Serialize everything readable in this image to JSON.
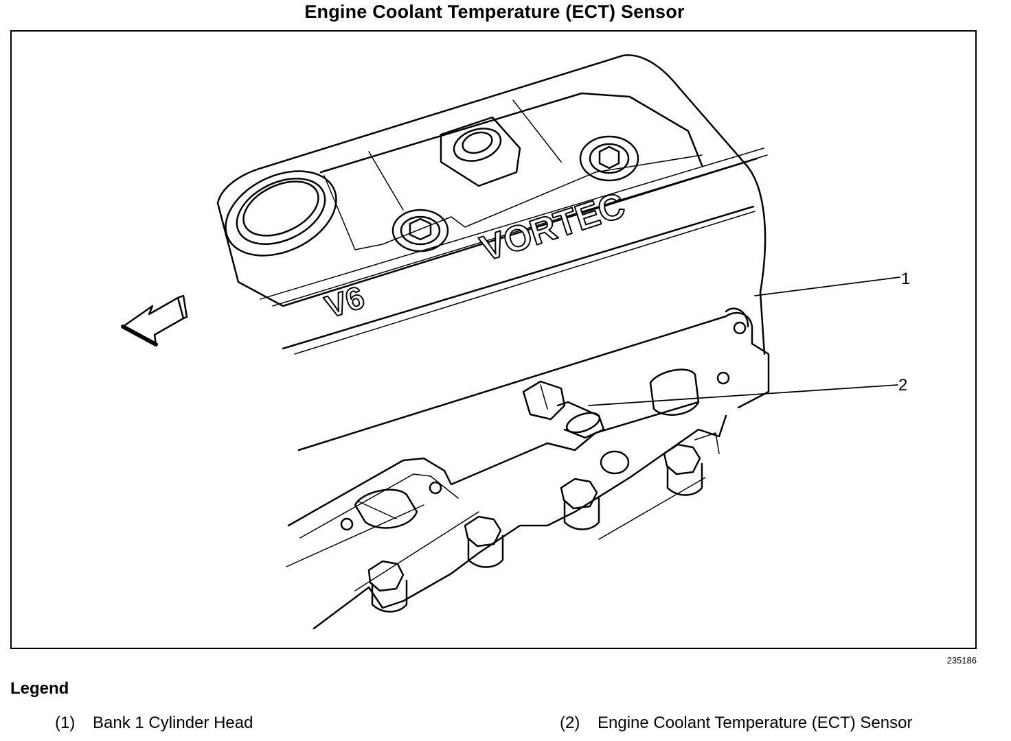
{
  "title": "Engine Coolant Temperature (ECT) Sensor",
  "figure_number": "235186",
  "diagram": {
    "engraving_model": "VORTEC",
    "engraving_engine": "V6",
    "callouts": [
      "1",
      "2"
    ],
    "direction_arrow_icon": "front-direction-arrow-icon"
  },
  "legend": {
    "heading": "Legend",
    "items": [
      {
        "number": "(1)",
        "label": "Bank 1 Cylinder Head"
      },
      {
        "number": "(2)",
        "label": "Engine Coolant Temperature (ECT) Sensor"
      }
    ]
  }
}
